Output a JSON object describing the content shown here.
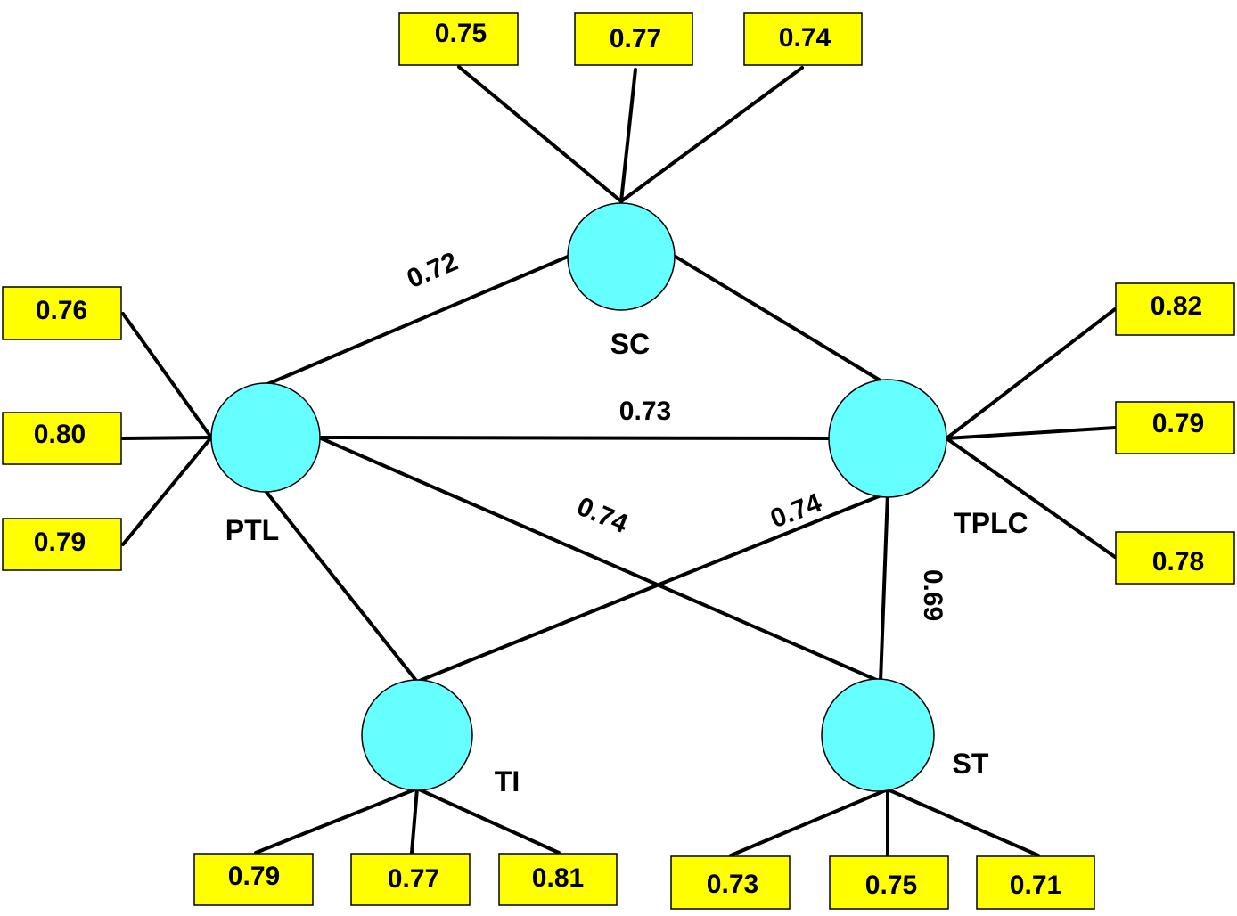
{
  "colors": {
    "node_fill": "#66FFFF",
    "indicator_fill": "#FFFF00",
    "stroke": "#000000",
    "background": "#FFFFFF"
  },
  "nodes": {
    "SC": {
      "label": "SC"
    },
    "PTL": {
      "label": "PTL"
    },
    "TPLC": {
      "label": "TPLC"
    },
    "TI": {
      "label": "TI"
    },
    "ST": {
      "label": "ST"
    }
  },
  "indicators": {
    "SC": [
      "0.75",
      "0.77",
      "0.74"
    ],
    "PTL": [
      "0.76",
      "0.80",
      "0.79"
    ],
    "TPLC": [
      "0.82",
      "0.79",
      "0.78"
    ],
    "TI": [
      "0.79",
      "0.77",
      "0.81"
    ],
    "ST": [
      "0.73",
      "0.75",
      "0.71"
    ]
  },
  "paths": {
    "PTL_SC": "0.72",
    "PTL_TPLC": "0.73",
    "PTL_ST": "0.74",
    "TI_TPLC": "0.74",
    "TPLC_ST": "0.69"
  }
}
